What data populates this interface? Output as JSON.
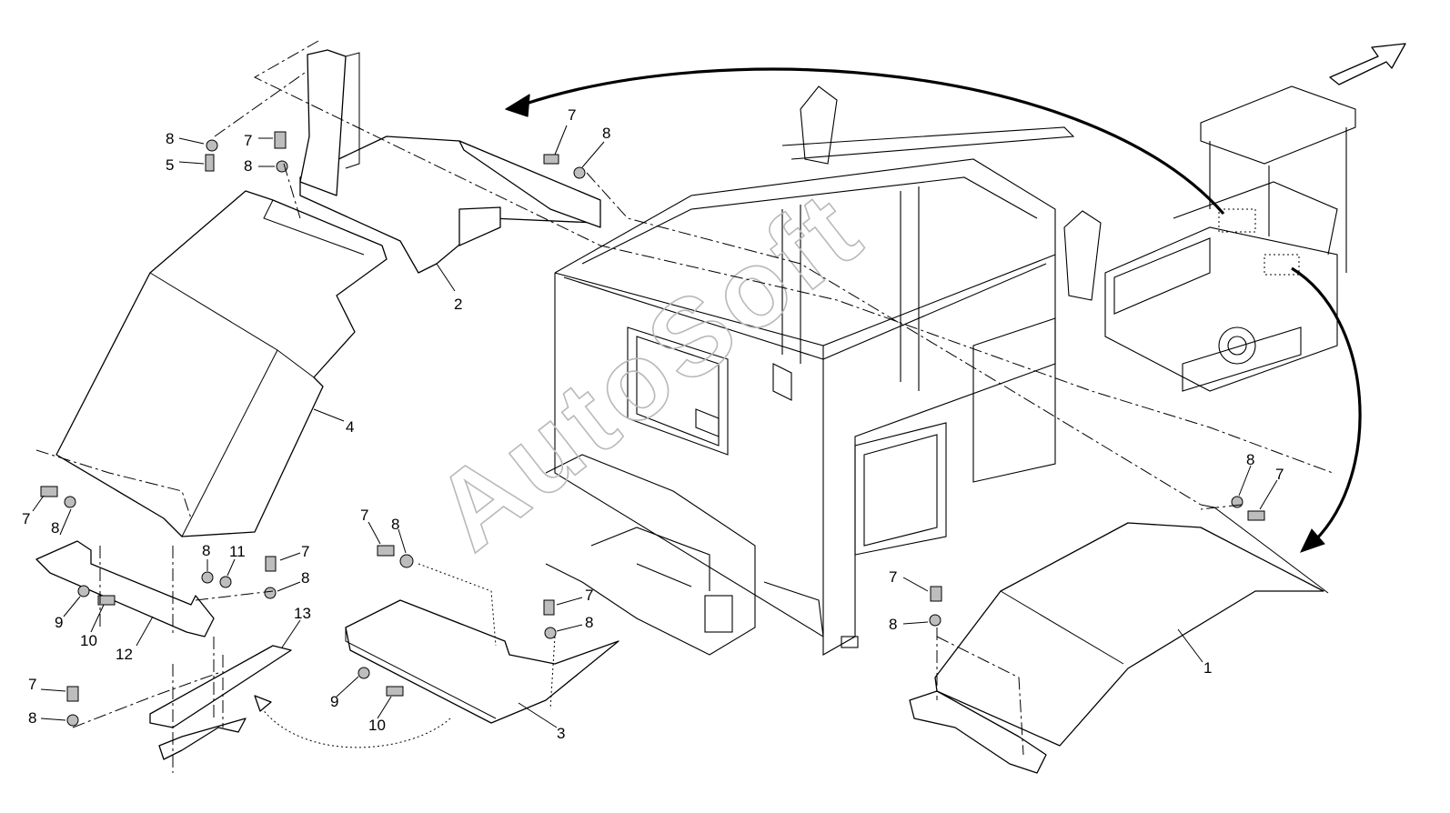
{
  "watermark": "AutoSoft",
  "callouts": [
    {
      "id": "c1",
      "text": "1"
    },
    {
      "id": "c2",
      "text": "2"
    },
    {
      "id": "c3",
      "text": "3"
    },
    {
      "id": "c4",
      "text": "4"
    },
    {
      "id": "c5",
      "text": "5"
    },
    {
      "id": "c7a",
      "text": "7"
    },
    {
      "id": "c7b",
      "text": "7"
    },
    {
      "id": "c7c",
      "text": "7"
    },
    {
      "id": "c7d",
      "text": "7"
    },
    {
      "id": "c7e",
      "text": "7"
    },
    {
      "id": "c7f",
      "text": "7"
    },
    {
      "id": "c7g",
      "text": "7"
    },
    {
      "id": "c7h",
      "text": "7"
    },
    {
      "id": "c7i",
      "text": "7"
    },
    {
      "id": "c8a",
      "text": "8"
    },
    {
      "id": "c8b",
      "text": "8"
    },
    {
      "id": "c8c",
      "text": "8"
    },
    {
      "id": "c8d",
      "text": "8"
    },
    {
      "id": "c8e",
      "text": "8"
    },
    {
      "id": "c8f",
      "text": "8"
    },
    {
      "id": "c8g",
      "text": "8"
    },
    {
      "id": "c8h",
      "text": "8"
    },
    {
      "id": "c8i",
      "text": "8"
    },
    {
      "id": "c8j",
      "text": "8"
    },
    {
      "id": "c8k",
      "text": "8"
    },
    {
      "id": "c9a",
      "text": "9"
    },
    {
      "id": "c9b",
      "text": "9"
    },
    {
      "id": "c10a",
      "text": "10"
    },
    {
      "id": "c10b",
      "text": "10"
    },
    {
      "id": "c11",
      "text": "11"
    },
    {
      "id": "c12",
      "text": "12"
    },
    {
      "id": "c13",
      "text": "13"
    }
  ]
}
